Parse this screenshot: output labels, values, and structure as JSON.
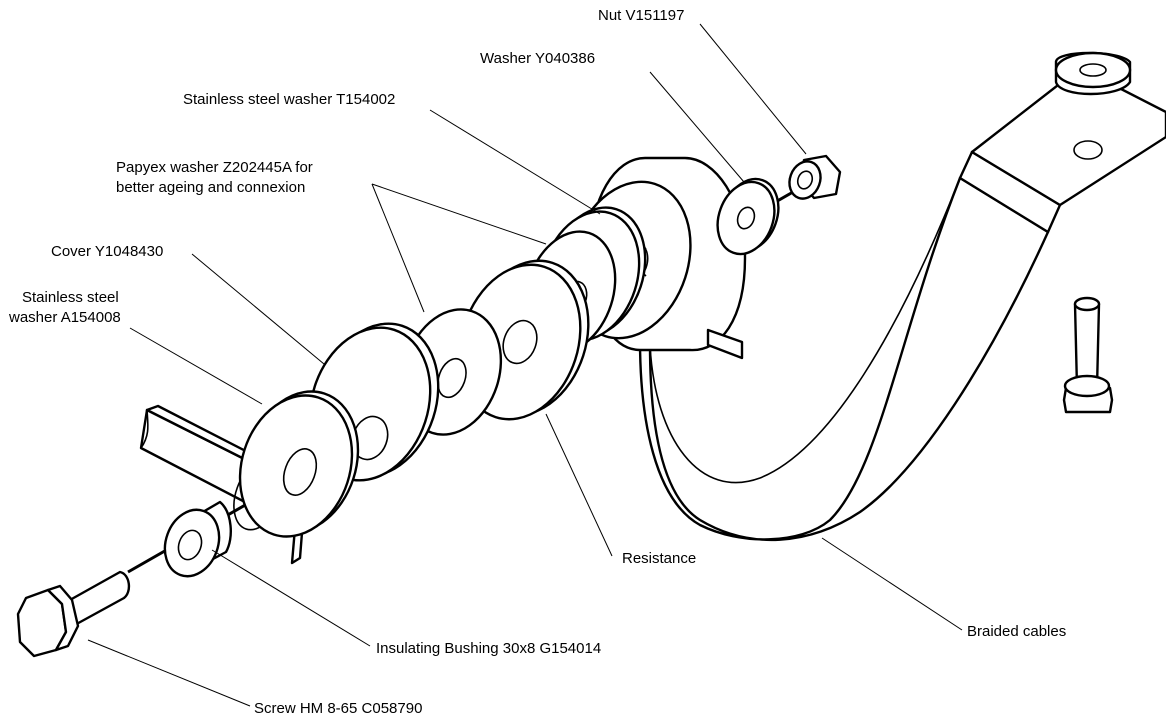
{
  "labels": {
    "nut": "Nut V151197",
    "washer": "Washer Y040386",
    "stainless_washer_t": "Stainless steel washer T154002",
    "papyex_line1": "Papyex washer Z202445A for",
    "papyex_line2": "better ageing and connexion",
    "cover": "Cover Y1048430",
    "stainless_washer_a_line1": "Stainless steel",
    "stainless_washer_a_line2": "washer A154008",
    "resistance": "Resistance",
    "insulating_bushing": "Insulating Bushing 30x8 G154014",
    "screw": "Screw HM 8-65 C058790",
    "braided_cables": "Braided cables"
  }
}
